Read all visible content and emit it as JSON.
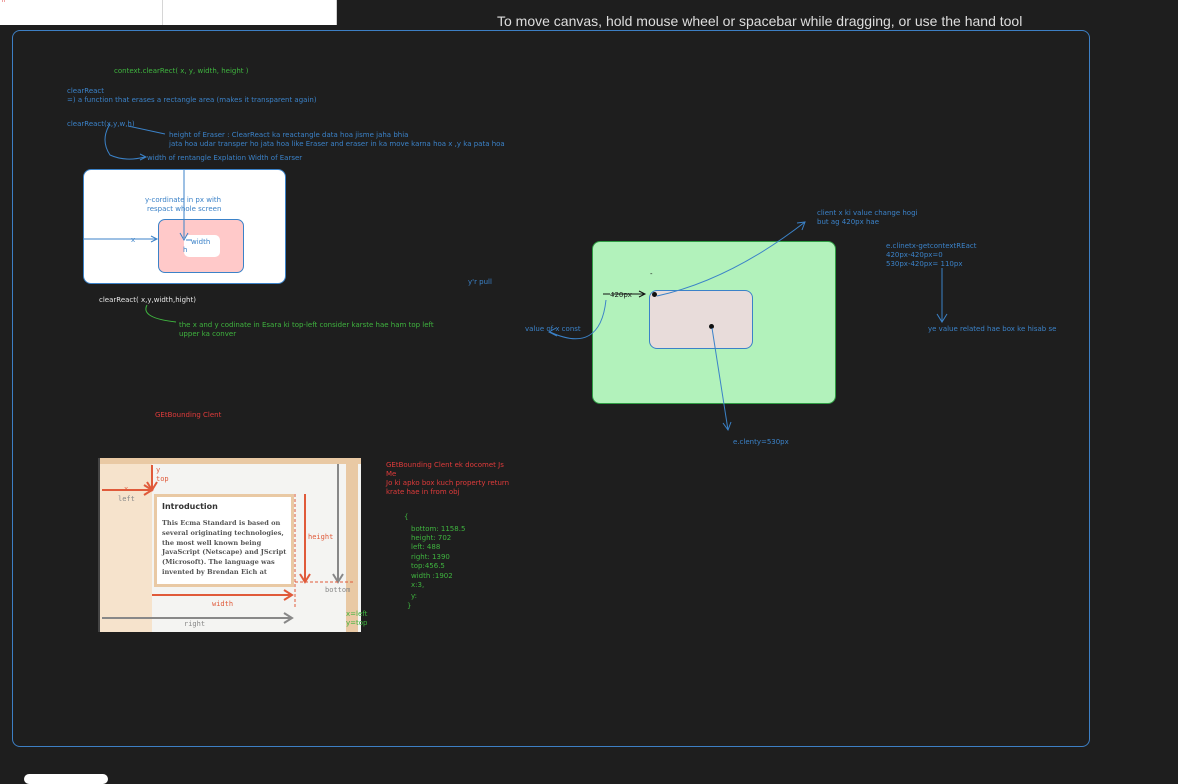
{
  "canvas_hint": "To move canvas, hold mouse wheel or spacebar while dragging, or use the hand tool",
  "thumbnail_mark": "n",
  "notes": {
    "clear_rect_call": "context.clearRect( x, y, width, height )",
    "clear_react_title": "clearReact",
    "clear_react_desc": "=) a function that erases a rectangle area (makes it transparent again)",
    "clear_react_params": "clearReact(x,y,w,h)",
    "height_note_1": "height of Eraser : ClearReact ka reactangle data hoa jisme jaha bhia",
    "height_note_2": "jata hoa udar transper ho jata hoa like Eraser and eraser in ka move karna hoa x ,y ka pata hoa",
    "width_note": "width of rentangle Explation Width of Earser",
    "y_coord_1": "y-cordinate in px with",
    "y_coord_2": "respact whole screen",
    "x_label": "x",
    "width_label": "width ",
    "h_label": "h",
    "clear_react_sig": "clearReact( x,y,width,hight)",
    "xy_note_1": "the x and y codinate in Esara ki top-left consider karste hae ham top left",
    "xy_note_2": "upper ka conver",
    "client_x_1": "client x ki value change hogi",
    "client_x_2": "but ag 420px hae",
    "px_label": "420px",
    "value_x_const": "value of x const",
    "yr_pull": "y'r pull",
    "dash": "-",
    "calc_1": "e.clinetx-getcontextREact",
    "calc_2": "420px-420px=0",
    "calc_3": "530px-420px= 110px",
    "y_related": "ye value related hae box ke hisab se",
    "client_y": "e.clenty=530px",
    "get_bounding_1": "GEtBounding Clent",
    "get_bounding_2": "GEtBounding Clent ek docomet Js",
    "get_bounding_3": "Me",
    "get_bounding_4": "Jo ki apko box kuch property return",
    "get_bounding_5": "krate hae in from obj",
    "obj_open": "{",
    "obj_bottom": "bottom: 1158.5",
    "obj_height": "height: 702",
    "obj_left": "left: 488",
    "obj_right": "right: 1390",
    "obj_top": "top:456.5",
    "obj_width": "width :1902",
    "obj_x": "x:3,",
    "obj_y": "y:",
    "obj_close": "}",
    "x_left": "x=left",
    "y_top": "y=top"
  },
  "embedded_image": {
    "title": "Introduction",
    "body": "This Ecma Standard is based on several originating technologies, the most well known being JavaScript (Netscape) and JScript (Microsoft). The language was invented by Brendan Eich at",
    "y": "y",
    "top": "top",
    "x": "x",
    "left": "left",
    "height": "height",
    "width": "width",
    "bottom": "bottom",
    "right": "right"
  },
  "colors": {
    "background": "#1e1e1e",
    "frame": "#3d7fc4",
    "green_text": "#3fb43f",
    "blue_text": "#3b82c8",
    "red_text": "#e03b3b",
    "green_box": "#b2f2bb",
    "pink_box": "#ffc9c9"
  }
}
